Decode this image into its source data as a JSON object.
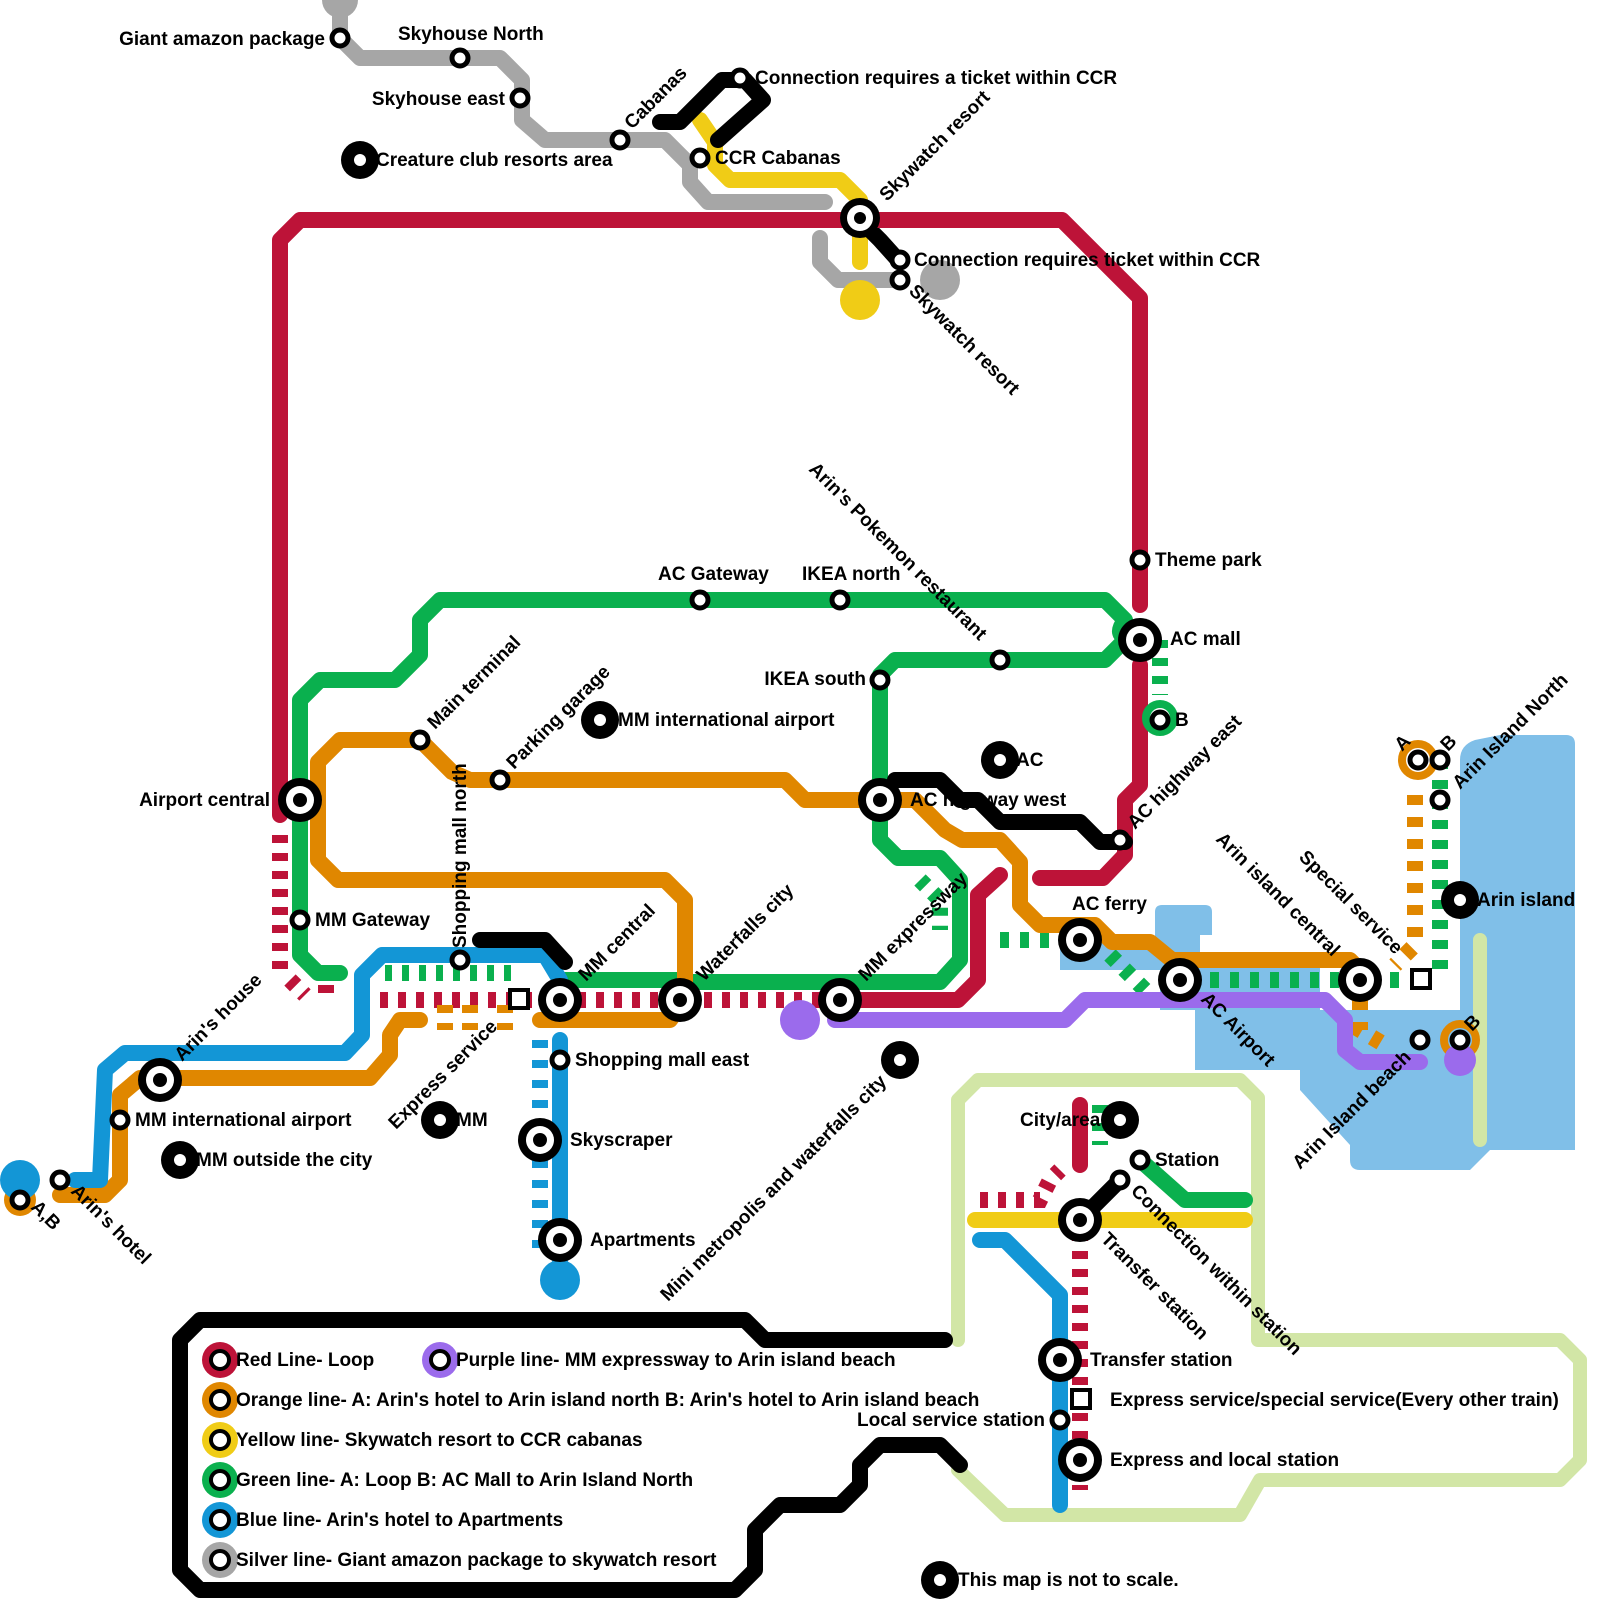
{
  "colors": {
    "red": "#bd1338",
    "orange": "#e08700",
    "yellow": "#f0cc16",
    "green": "#0ab04e",
    "blue": "#1396d6",
    "silver": "#a6a6a6",
    "purple": "#9b6bec",
    "black": "#000000",
    "water": "#80bfe8",
    "lightgreen": "#d2e6a6"
  },
  "stations": {
    "giant_amazon": "Giant amazon package",
    "skyhouse_north": "Skyhouse North",
    "skyhouse_east": "Skyhouse east",
    "cabanas": "Cabanas",
    "creature_club": "Creature club resorts area",
    "conn_ccr_top": "Connection requires a ticket within CCR",
    "ccr_cabanas": "CCR Cabanas",
    "skywatch_resort_a": "Skywatch resort",
    "conn_ccr_right": "Connection requires ticket within CCR",
    "skywatch_resort_b": "Skywatch resort",
    "arins_pokemon": "Arin's Pokemon restaurant",
    "theme_park": "Theme park",
    "ac_gateway": "AC Gateway",
    "ikea_north": "IKEA north",
    "ac_mall": "AC mall",
    "ikea_south": "IKEA south",
    "b_ac_mall": "B",
    "main_terminal": "Main terminal",
    "parking_garage": "Parking garage",
    "mm_intl_airport_big": "MM international airport",
    "ac_area": "AC",
    "airport_central": "Airport central",
    "ac_highway_west": "AC highway west",
    "ac_highway_east": "AC highway east",
    "shopping_mall_north": "Shopping mall north",
    "mm_gateway": "MM Gateway",
    "ac_ferry": "AC ferry",
    "arin_island_central": "Arin island central",
    "special_service": "Special service",
    "arin_island_north": "Arin Island North",
    "a_north": "A",
    "b_north": "B",
    "arin_island": "Arin island",
    "mm_central": "MM central",
    "waterfalls_city": "Waterfalls city",
    "mm_expressway": "MM expressway",
    "arins_house": "Arin's house",
    "express_service": "Express service",
    "shopping_mall_east": "Shopping mall east",
    "ac_airport": "AC Airport",
    "arin_island_beach": "Arin Island beach",
    "b_beach": "B",
    "mm_intl_airport": "MM international airport",
    "mm_area": "MM",
    "skyscraper": "Skyscraper",
    "mini_metropolis": "Mini metropolis and waterfalls city",
    "city_area": "City/area",
    "station": "Station",
    "mm_outside": "MM outside the city",
    "connection_within": "Connection within station",
    "transfer_station_diag": "Transfer station",
    "ab_left": "A,B",
    "arins_hotel": "Arin's hotel",
    "apartments": "Apartments"
  },
  "legend": {
    "red": "Red Line- Loop",
    "purple": "Purple line- MM expressway to Arin island beach",
    "orange": "Orange line- A: Arin's hotel to Arin island north B: Arin's hotel to Arin island beach",
    "yellow": "Yellow line- Skywatch resort to CCR cabanas",
    "green": "Green line- A: Loop B: AC Mall to Arin Island North",
    "blue": "Blue line- Arin's hotel to Apartments",
    "silver": "Silver line- Giant amazon package to skywatch resort",
    "note": "This map is not to scale."
  },
  "key": {
    "transfer": "Transfer station",
    "express_special": "Express service/special service(Every other train)",
    "local": "Local service station",
    "express_local": "Express and local station"
  }
}
